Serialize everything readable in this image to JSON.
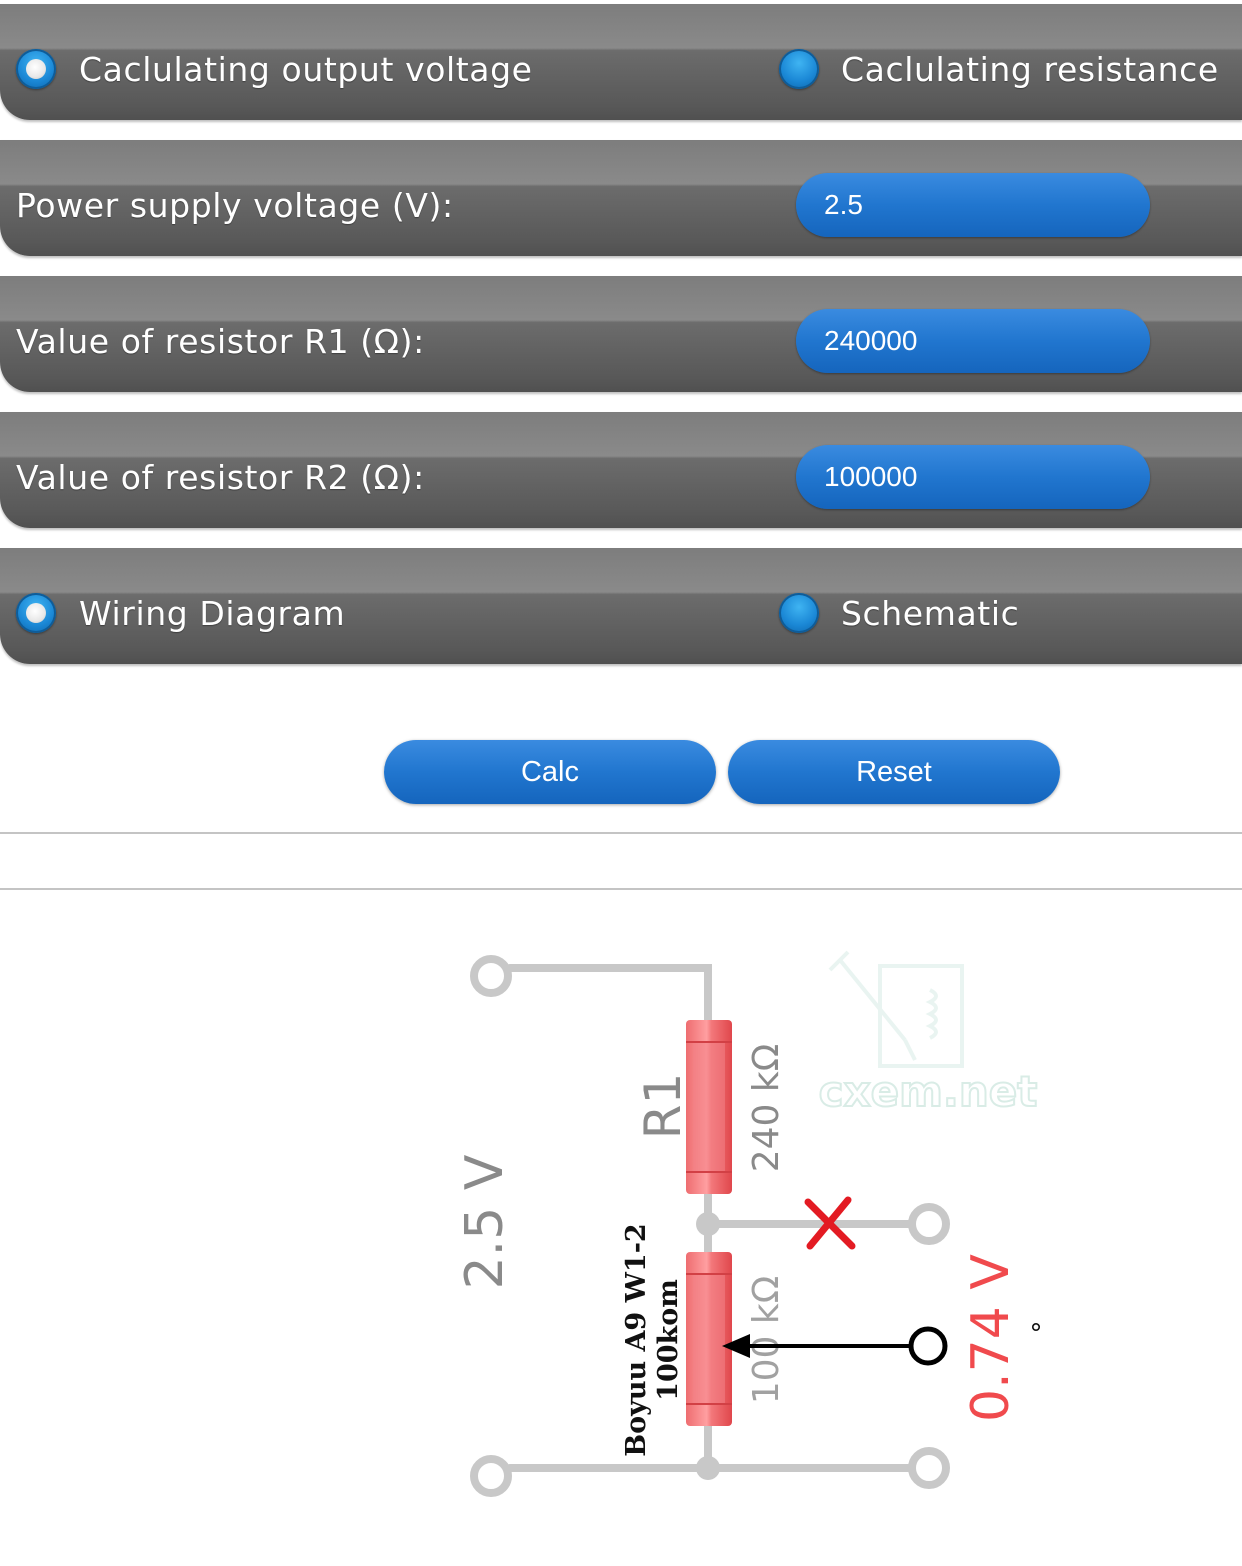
{
  "mode_row": {
    "option1_label": "Caclulating output voltage",
    "option2_label": "Caclulating resistance"
  },
  "fields": {
    "supply": {
      "label": "Power supply voltage (V):",
      "value": "2.5"
    },
    "r1": {
      "label": "Value of resistor R1 (Ω):",
      "value": "240000"
    },
    "r2": {
      "label": "Value of resistor R2 (Ω):",
      "value": "100000"
    }
  },
  "view_row": {
    "option1_label": "Wiring Diagram",
    "option2_label": "Schematic"
  },
  "buttons": {
    "calc": "Calc",
    "reset": "Reset"
  },
  "diagram": {
    "input_voltage": "2.5 V",
    "r1_name": "R1",
    "r1_value": "240 kΩ",
    "r2_value": "100 kΩ",
    "output_voltage": "0.74 V",
    "watermark": "cxem.net",
    "note_line1": "Boyuu A9 W1-2",
    "note_line2": "100kom",
    "degree_mark": "°",
    "colors": {
      "wire": "#c8c8c8",
      "resistor": "#e55a5e",
      "output": "#f04a4d",
      "cross": "#e31b23",
      "label": "#8a8a8a"
    }
  }
}
